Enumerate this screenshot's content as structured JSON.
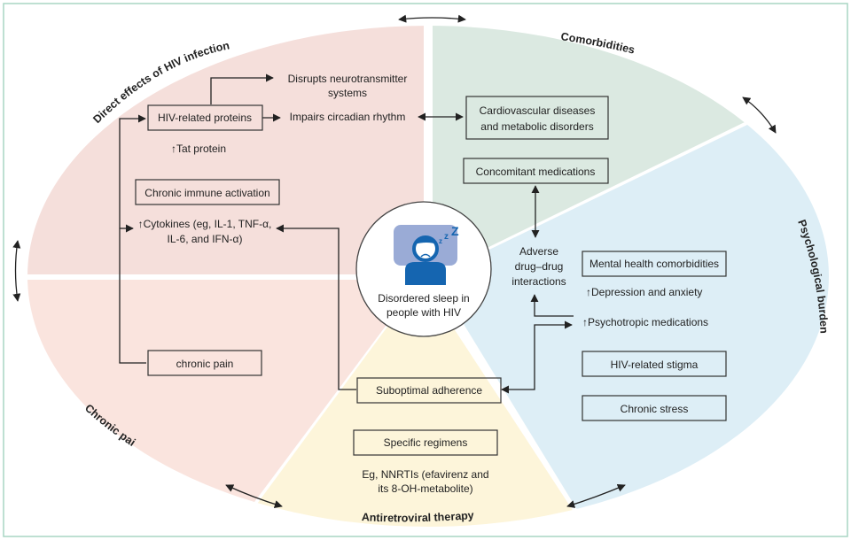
{
  "center": {
    "line1": "Disordered sleep in",
    "line2": "people with HIV",
    "icon": "sleeping-person-icon"
  },
  "sectors": {
    "direct": {
      "label": "Direct effects of HIV infection",
      "color": "#f5dfdb"
    },
    "comorbidities": {
      "label": "Comorbidities",
      "color": "#dbe9e1"
    },
    "psych": {
      "label": "Psychological burden",
      "color": "#ddeef6"
    },
    "art": {
      "label": "Antiretroviral therapy",
      "color": "#fdf5da"
    },
    "pain": {
      "label": "Chronic pain",
      "color": "#fae4de"
    }
  },
  "nodes": {
    "hiv_proteins": "HIV-related proteins",
    "tat": "↑Tat protein",
    "neuro1": "Disrupts neurotransmitter",
    "neuro2": "systems",
    "circadian": "Impairs circadian rhythm",
    "immune": "Chronic immune activation",
    "cyto1": "↑Cytokines (eg, IL-1, TNF-α,",
    "cyto2": "IL-6, and IFN-α)",
    "chronic_pain": "chronic pain",
    "cardio1": "Cardiovascular diseases",
    "cardio2": "and metabolic disorders",
    "concomitant": "Concomitant medications",
    "adverse1": "Adverse",
    "adverse2": "drug–drug",
    "adverse3": "interactions",
    "mental": "Mental health comorbidities",
    "depression": "↑Depression and anxiety",
    "psychotropic": "↑Psychotropic medications",
    "stigma": "HIV-related stigma",
    "stress": "Chronic stress",
    "adherence": "Suboptimal adherence",
    "regimens": "Specific regimens",
    "nnrti1": "Eg, NNRTIs (efavirenz and",
    "nnrti2": "its 8-OH-metabolite)"
  }
}
